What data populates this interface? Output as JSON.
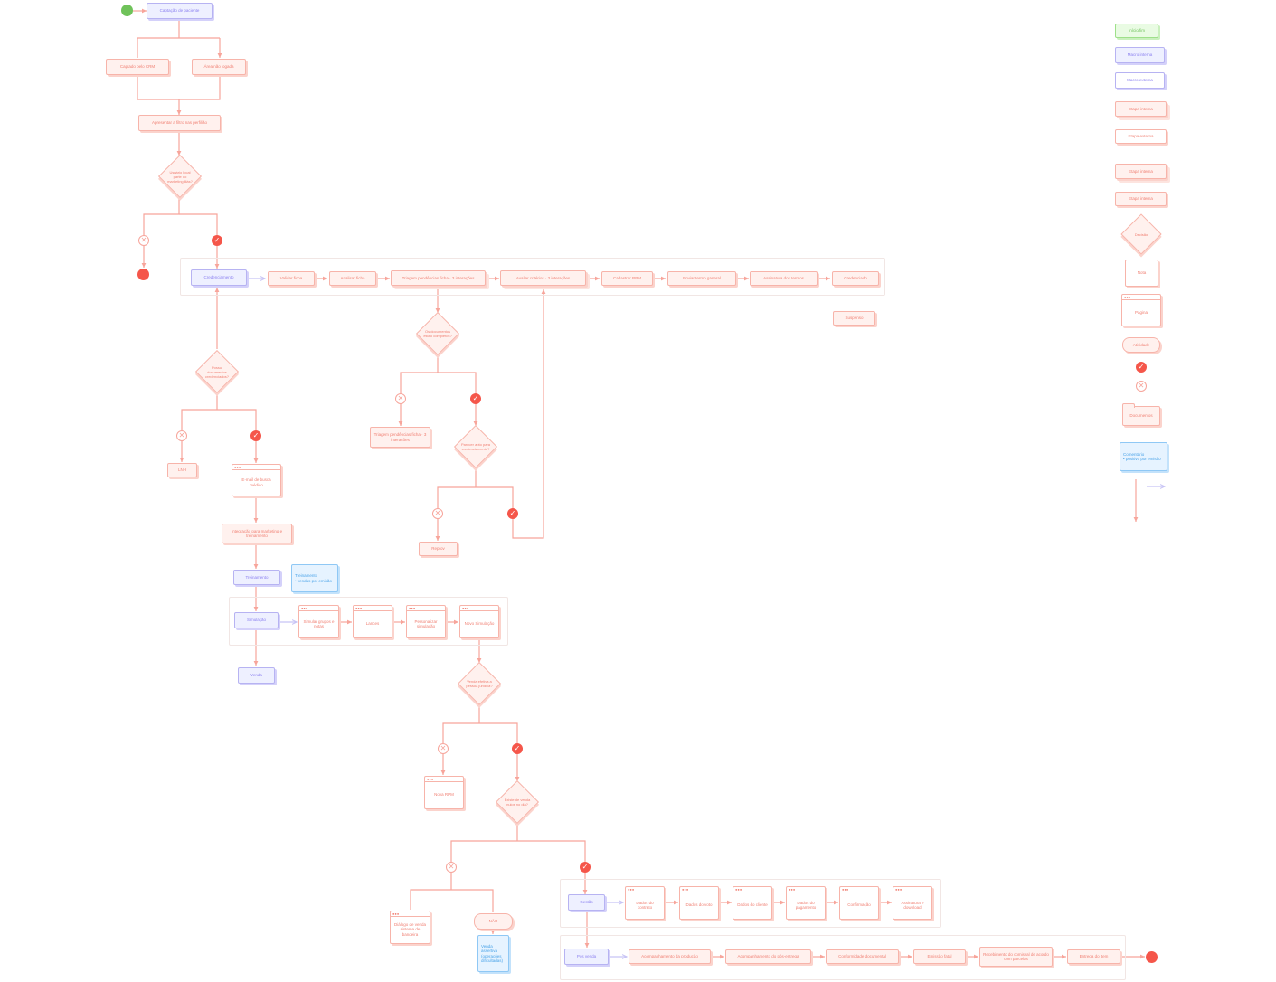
{
  "nodes": {
    "n_captacao": "Captação de paciente",
    "n_captado_crm": "Captado pelo CRM",
    "n_area_logada": "Área não logada",
    "n_apresentar": "Apresentar a filtro nas perfilião",
    "n_credenciamento": "Credenciamento",
    "n_validar_ficha": "Validar ficha",
    "n_analisar_ficha": "Analisar ficha",
    "n_triagem_pendencias": "Triagem pendências ficha · 3 interações",
    "n_avaliar_criterios": "Avaliar critérios · 3 interações",
    "n_cadastrar_rpm": "Cadastrar RPM",
    "n_enviar_termo": "Enviar termo ganeral",
    "n_assinatura": "Assinatura dos termos",
    "n_credenciado": "Credenciado",
    "n_suspenso": "Suspenso",
    "n_triagem_pend2": "Triagem pendências ficha · 3 interações",
    "n_reprov1": "Reprov",
    "n_lnh": "LNH",
    "n_e_mail": "E-mail de busca médico",
    "n_integracao": "Integração para marketing e treinamento",
    "n_treinamento": "Treinamento",
    "n_simulacao": "Simulação",
    "n_simular_grupos": "Simular grupos e notas",
    "n_lances": "Lances",
    "n_personalizar": "Personalizar simulação",
    "n_novo_simulacao": "Novo Simulação",
    "n_venda": "Venda",
    "n_nova_rpm": "Nova RPM",
    "n_gestao": "Gestão",
    "n_dados_contrato": "Dados do contrato",
    "n_dados_voto": "Dados do voto",
    "n_dados_cliente": "Dados do cliente",
    "n_dados_pagamento": "Dados do pagamento",
    "n_confirmacao": "Confirmação",
    "n_assinatura2": "Assinatura e download",
    "n_dialogo": "Diálogo de venda sistema de bandeira",
    "n_nao": "NÃO",
    "n_pos_venda": "Pós venda",
    "n_acompanhamento": "Acompanhamento da produção",
    "n_acompanhamento2": "Acompanhamento do pós-entrega",
    "n_conformidade": "Conformidade documental",
    "n_emissao": "Emissão fatal",
    "n_recebimento": "Recebimento do comissal de acordo com parcelas",
    "n_entrega": "Entrega do item"
  },
  "diamonds": {
    "d_usuario_local": "Usuário local parte do marketing lilás?",
    "d_documentos": "Os documentos estão completos?",
    "d_parecer": "Parecer apto para credenciamento?",
    "d_possui_docs": "Possui documentos credenciados?",
    "d_venda_efetiva": "Venda efetiva a pessoa jurídica?",
    "d_existe_venda": "Existe de venda nulos no dia?"
  },
  "notes": {
    "note_treinamento": "Treinamento\n• vendas por emisão",
    "note_venda": "Venda\nassertiva\n(operações\ndificultadas)"
  },
  "legend": {
    "start_end": "Início/fim",
    "macro_interna": "Macro interna",
    "macro_externa": "Macro externa",
    "etapa_interna": "Etapa interna",
    "etapa_externa": "Etapa externa",
    "etapa_interna2": "Etapa interna",
    "etapa_externa2": "Etapa interna",
    "decisao": "Decisão",
    "nota": "Nota",
    "pagina": "Página",
    "atividade": "Atividade",
    "documentos": "Documentos",
    "comentario": "Comentário\n• positivo por emisão"
  },
  "glyphs": {
    "check": "✓",
    "cross": "✕"
  },
  "colors": {
    "accent": "#f07f72",
    "fill": "#fff1ee",
    "border": "#f7b4aa",
    "macro": "#8a7ff0",
    "macro_fill": "#eef0ff",
    "start": "#6fc25a",
    "end": "#f5564a",
    "note": "#4aa3e8",
    "note_fill": "#e6f3ff",
    "connector": "#f7a59b",
    "connector_macro": "#c7c3f5"
  }
}
